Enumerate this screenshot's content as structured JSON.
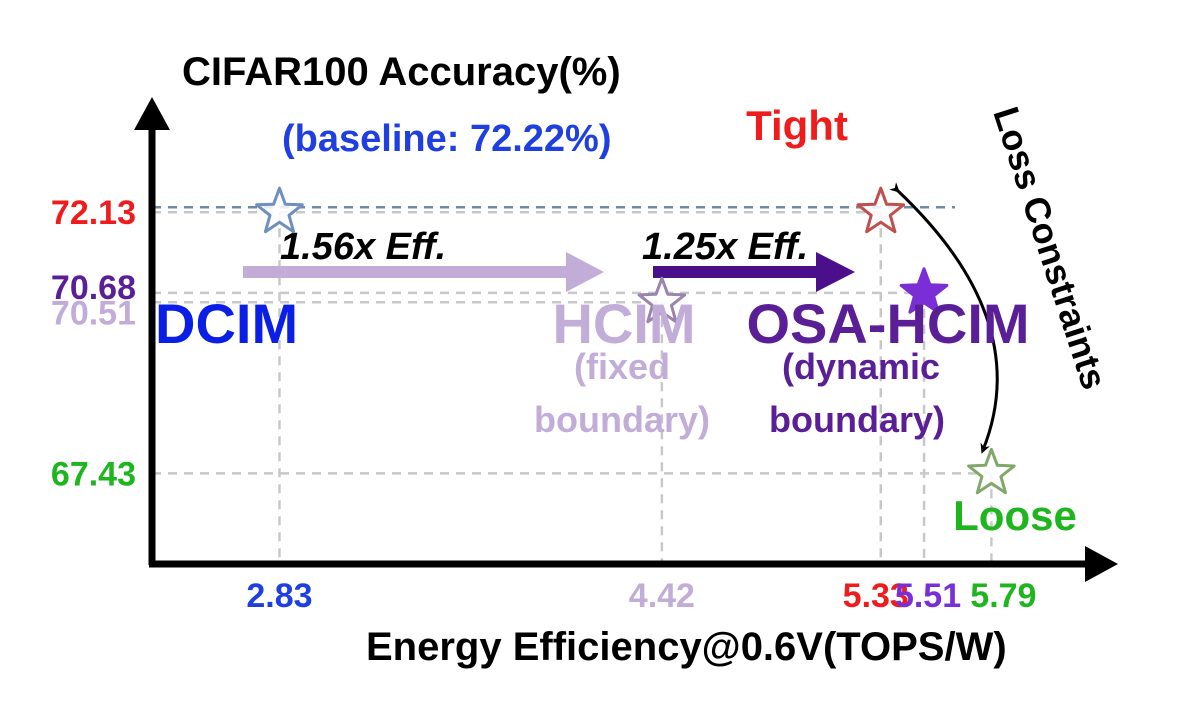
{
  "chart_data": {
    "type": "scatter",
    "ylabel": "CIFAR100 Accuracy(%)",
    "xlabel": "Energy Efficiency@0.6V(TOPS/W)",
    "baseline_label": "(baseline: 72.22%)",
    "baseline_value": 72.22,
    "xlim": [
      2.3,
      6.2
    ],
    "ylim": [
      65.8,
      73.7
    ],
    "points": [
      {
        "label": "DCIM",
        "x": 2.83,
        "y": 72.13,
        "color": "#6f8fbf"
      },
      {
        "label": "HCIM",
        "x": 4.42,
        "y": 70.51,
        "color": "#9b84ad"
      },
      {
        "label": "Tight",
        "x": 5.33,
        "y": 72.13,
        "color": "#c0504d"
      },
      {
        "label": "OSA-HCIM",
        "x": 5.51,
        "y": 70.68,
        "color": "#7a2fd6"
      },
      {
        "label": "Loose",
        "x": 5.79,
        "y": 67.43,
        "color": "#7fa86a"
      }
    ],
    "y_ticks": [
      {
        "value": 72.13,
        "label": "72.13",
        "color": "#ee1c1c"
      },
      {
        "value": 70.68,
        "label": "70.68",
        "color": "#5a1f96"
      },
      {
        "value": 70.51,
        "label": "70.51",
        "color": "#c2acd8"
      },
      {
        "value": 67.43,
        "label": "67.43",
        "color": "#1fb51f"
      }
    ],
    "x_ticks": [
      {
        "value": 2.83,
        "label": "2.83",
        "color": "#1f3fe0"
      },
      {
        "value": 4.42,
        "label": "4.42",
        "color": "#c2acd8"
      },
      {
        "value": 5.33,
        "label": "5.33",
        "color": "#ee1c1c"
      },
      {
        "value": 5.51,
        "label": "5.51",
        "color": "#7a2fd6"
      },
      {
        "value": 5.79,
        "label": "5.79",
        "color": "#1fb51f"
      }
    ],
    "annotations": {
      "dcim": "DCIM",
      "hcim": "HCIM",
      "hcim_sub1": "(fixed",
      "hcim_sub2": "boundary)",
      "osa": "OSA-HCIM",
      "osa_sub1": "(dynamic",
      "osa_sub2": "boundary)",
      "tight": "Tight",
      "loose": "Loose",
      "loss_constraints": "Loss Constraints",
      "arrow1": "1.56x Eff.",
      "arrow2": "1.25x Eff."
    },
    "colors": {
      "dcim": "#0a1ee6",
      "hcim": "#c2acd8",
      "osa": "#5a1f96",
      "tight": "#ee1c1c",
      "loose": "#1fb51f",
      "baseline": "#1f3fe0",
      "arrow1": "#c2acd8",
      "arrow2": "#4b0f8c"
    }
  }
}
